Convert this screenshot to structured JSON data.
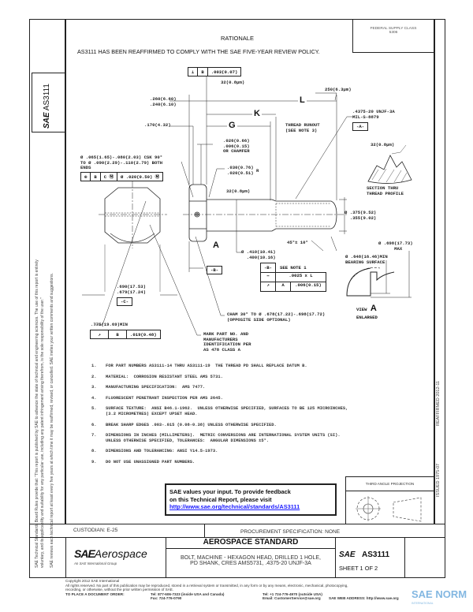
{
  "header": {
    "rationale_title": "RATIONALE",
    "rationale_text": "AS3111 HAS BEEN REAFFIRMED TO COMPLY WITH THE SAE FIVE-YEAR REVIEW POLICY.",
    "supply_class_label": "FEDERAL SUPPLY CLASS",
    "supply_class_value": "5306"
  },
  "side_tab": {
    "logo": "SAE",
    "doc_number": "AS3111"
  },
  "boilerplate": {
    "line1": "SAE Technical Standards Board Rules provide that: \"This report is published by SAE to advance the state of technical and engineering sciences. The use of this report is entirely",
    "line2": "voluntary, and its applicability and suitability for any particular use, including any patent infringement arising therefrom, is the sole responsibility of the user.\"",
    "line3": "SAE reviews each technical report at least every five years at which time it may be reaffirmed, revised, or cancelled. SAE invites your written comments and suggestions."
  },
  "dates": {
    "issued": "ISSUED 1975-07",
    "reaffirmed": "REAFFIRMED 2012-11"
  },
  "drawing": {
    "fcf_top": [
      "⊥",
      "B",
      ".003(0.07)"
    ],
    "finish_top": "32(0.8μm)",
    "head_height": ".260(6.60)\n.240(6.10)",
    "dim_L": "L",
    "finish_end": "250(6.3μm)",
    "dim_K": "K",
    "thread_spec": ".4375-20 UNJF-3A\nMIL-S-8879",
    "datum_A": "-A-",
    "head_dim": ".170(4.32)",
    "dim_G": "G",
    "thread_runout": "THREAD RUNOUT\n(SEE NOTE 3)",
    "chamfer": ".026(0.66)\n.006(0.15)\nOR CHAMFER",
    "finish_thread": "32(0.8μm)",
    "section_label": "SECTION THRU\nTHREAD PROFILE",
    "csk_note": "Ø .065(1.65)-.080(2.03) CSK 90°\nTO Ø .090(2.29)-.110(2.79) BOTH\nENDS",
    "fcf_position": [
      "⊕",
      "B",
      "C Ⓜ",
      "Ø .020(0.50) Ⓜ"
    ],
    "fillet": ".030(0.76)\n.020(0.51)",
    "fillet_r": "R",
    "finish_shank": "32(0.8μm)",
    "thread_dia": "Ø .375(9.52)\n  .355(9.02)",
    "angle": "45°± 10°",
    "shank_dia": "Ø .410(10.41)\n  .400(10.16)",
    "datum_B": "-B-",
    "datum_B_table": {
      "rows": [
        [
          "-B-",
          "SEE NOTE 1"
        ],
        [
          "⎯",
          ".0025 x L"
        ],
        [
          "↗",
          "A",
          ".006(0.15)"
        ]
      ]
    },
    "max_dia": "Ø .698(17.73)\n      MAX",
    "bearing": "Ø .648(16.46)MIN\nBEARING SURFACE",
    "view_label": "VIEW",
    "view_letter": "A",
    "view_enlarged": "ENLARGED",
    "view_ref": "A",
    "across_flats": ".690(17.53)\n.679(17.24)",
    "datum_C": "-C-",
    "cham_note": "CHAM 30° TO Ø .678(17.22)-.698(17.72)\n(OPPOSITE SIDE OPTIONAL)",
    "across_corners": ".775(19.69)MIN",
    "fcf_runout": [
      "↗",
      "B",
      ".019(0.48)"
    ],
    "mark_note": "MARK PART NO. AND\nMANUFACTURERS\nIDENTIFICATION PER\nAS 478 CLASS A"
  },
  "notes": [
    {
      "num": "1.",
      "text": "FOR PART NUMBERS AS3111-14 THRU AS3111-19  THE THREAD PD SHALL REPLACE DATUM B."
    },
    {
      "num": "2.",
      "text": "MATERIAL:  CORROSION RESISTANT STEEL AMS 5731."
    },
    {
      "num": "3.",
      "text": "MANUFACTURING SPECIFICATION:  AMS 7477."
    },
    {
      "num": "4.",
      "text": "FLUORESCENT PENETRANT INSPECTION PER AMS 2645."
    },
    {
      "num": "5.",
      "text": "SURFACE TEXTURE:  ANSI B46.1-1962.  UNLESS OTHERWISE SPECIFIED, SURFACES TO BE 125 MICROINCHES,\n(3.2 MICROMETRES) EXCEPT UPSET HEAD."
    },
    {
      "num": "6.",
      "text": "BREAK SHARP EDGES .003-.015 (0.08-0.38) UNLESS OTHERWISE SPECIFIED."
    },
    {
      "num": "7.",
      "text": "DIMENSIONS IN INCHES (MILLIMETERS).  METRIC CONVERSIONS ARE INTERNATIONAL SYSTEM UNITS (SI).\nUNLESS OTHERWISE SPECIFIED, TOLERANCES:  ANGULAR DIMENSIONS ±5°."
    },
    {
      "num": "8.",
      "text": "DIMENSIONS AND TOLERANCING: ANSI Y14.5-1973."
    },
    {
      "num": "9.",
      "text": "DO NOT USE UNASSIGNED PART NUMBERS."
    }
  ],
  "feedback": {
    "line1": "SAE values your input. To provide feedback",
    "line2": "on this Technical Report, please visit",
    "link": "http://www.sae.org/technical/standards/AS3111"
  },
  "projection": {
    "label": "THIRD ANGLE PROJECTION"
  },
  "title_block": {
    "custodian": "CUSTODIAN:  E-25",
    "procurement": "PROCUREMENT SPECIFICATION: NONE",
    "logo_sae": "SAE",
    "logo_aerospace": "Aerospace",
    "logo_tagline": "An SAE International Group",
    "standard_type": "AEROSPACE STANDARD",
    "title_line1": "BOLT, MACHINE - HEXAGON HEAD, DRILLED 1 HOLE,",
    "title_line2": "PD SHANK, CRES AMS5731,  .4375-20 UNJF-3A",
    "doc_logo": "SAE",
    "doc_number": "AS3111",
    "sheet": "SHEET 1 OF 2"
  },
  "footer": {
    "copyright": "Copyright 2012 SAE International",
    "rights1": "All rights reserved. No part of this publication may be reproduced, stored in a retrieval system or transmitted, in any form or by any means, electronic, mechanical, photocopying,",
    "rights2": "recording, or otherwise, without the prior written permission of SAE.",
    "order_label": "TO PLACE A DOCUMENT ORDER:",
    "tel_us": "Tel: 877-606-7323 (inside USA and Canada)",
    "fax": "Fax: 724-776-0790",
    "tel_intl": "Tel: +1 724-776-4970 (outside USA)",
    "email": "Email: CustomerService@sae.org",
    "web": "SAE WEB ADDRESS: http://www.sae.org"
  },
  "watermark": {
    "text": "SAE NORM",
    "sub": "INTERNATIONAL"
  }
}
